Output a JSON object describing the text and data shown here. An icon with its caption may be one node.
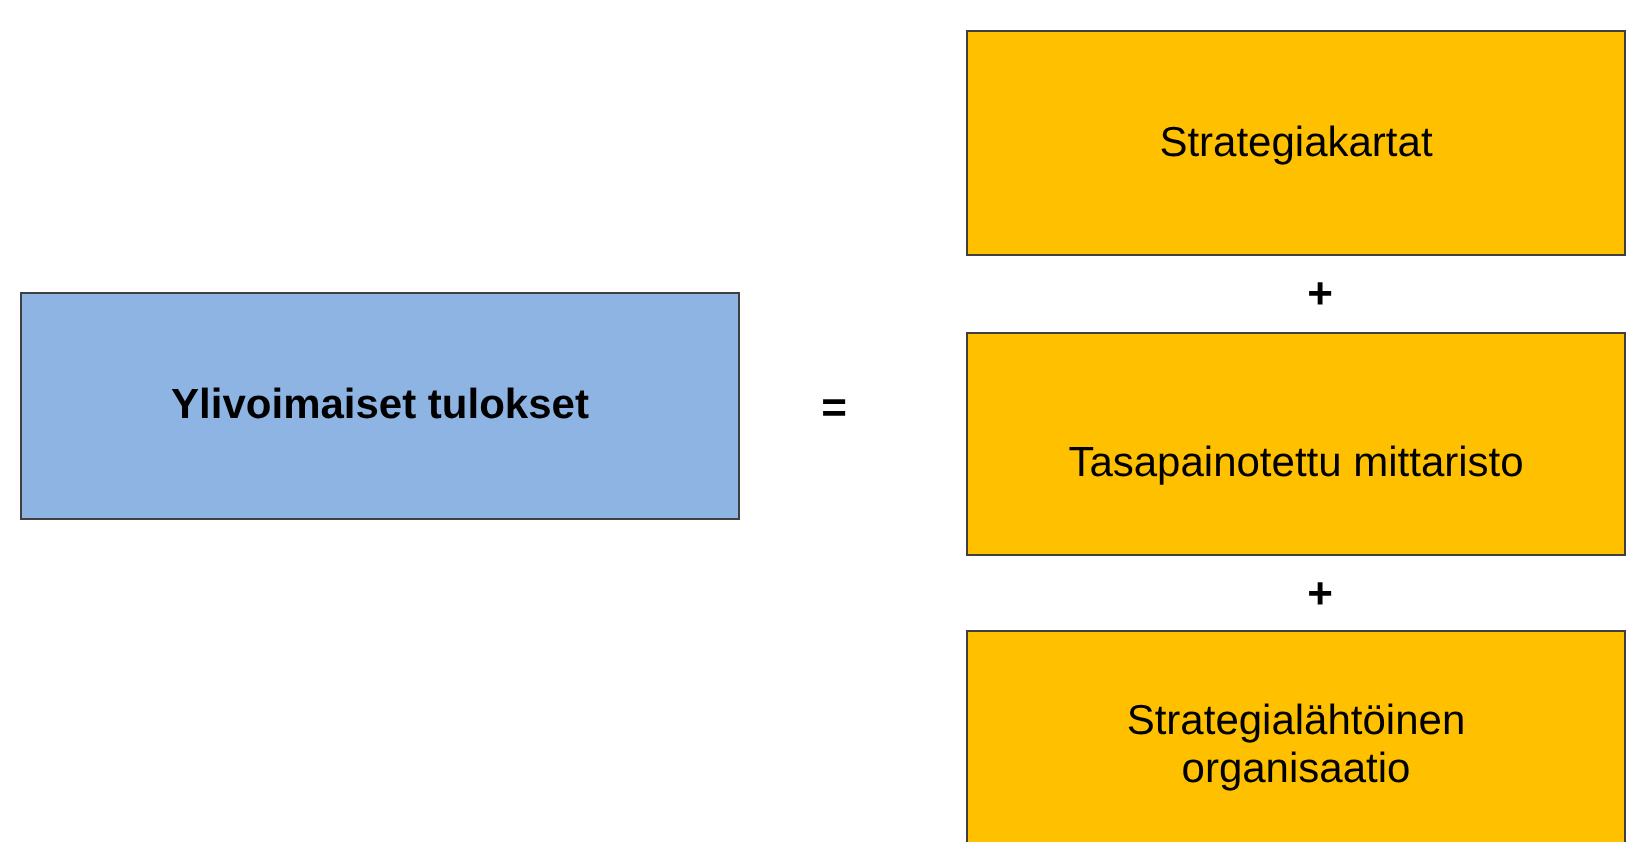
{
  "diagram": {
    "nodes": [
      {
        "text": [
          "Ylivoimaiset tulokset"
        ]
      },
      {
        "text": [
          "Strategiakartat"
        ]
      },
      {
        "text": [
          "Tasapainotettu mittaristo"
        ]
      },
      {
        "text": [
          "Strategialähtöinen organisaatio"
        ]
      }
    ],
    "labels": [
      "=",
      "+",
      "+"
    ]
  }
}
